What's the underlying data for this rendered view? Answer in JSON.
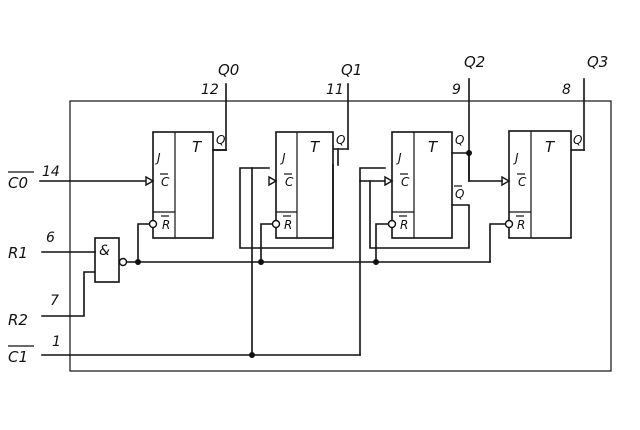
{
  "outputs": [
    {
      "name": "Q0",
      "pin": "12"
    },
    {
      "name": "Q1",
      "pin": "11"
    },
    {
      "name": "Q2",
      "pin": "9"
    },
    {
      "name": "Q3",
      "pin": "8"
    }
  ],
  "inputs": [
    {
      "name": "C0",
      "pin": "14",
      "overbar": true
    },
    {
      "name": "R1",
      "pin": "6",
      "overbar": false
    },
    {
      "name": "R2",
      "pin": "7",
      "overbar": false
    },
    {
      "name": "C1",
      "pin": "1",
      "overbar": true
    }
  ],
  "flipflop": {
    "title": "T",
    "j_label": "J",
    "c_label": "C",
    "r_label": "R",
    "q_label": "Q",
    "qbar_label": "Q"
  },
  "and_gate": {
    "symbol": "&"
  }
}
